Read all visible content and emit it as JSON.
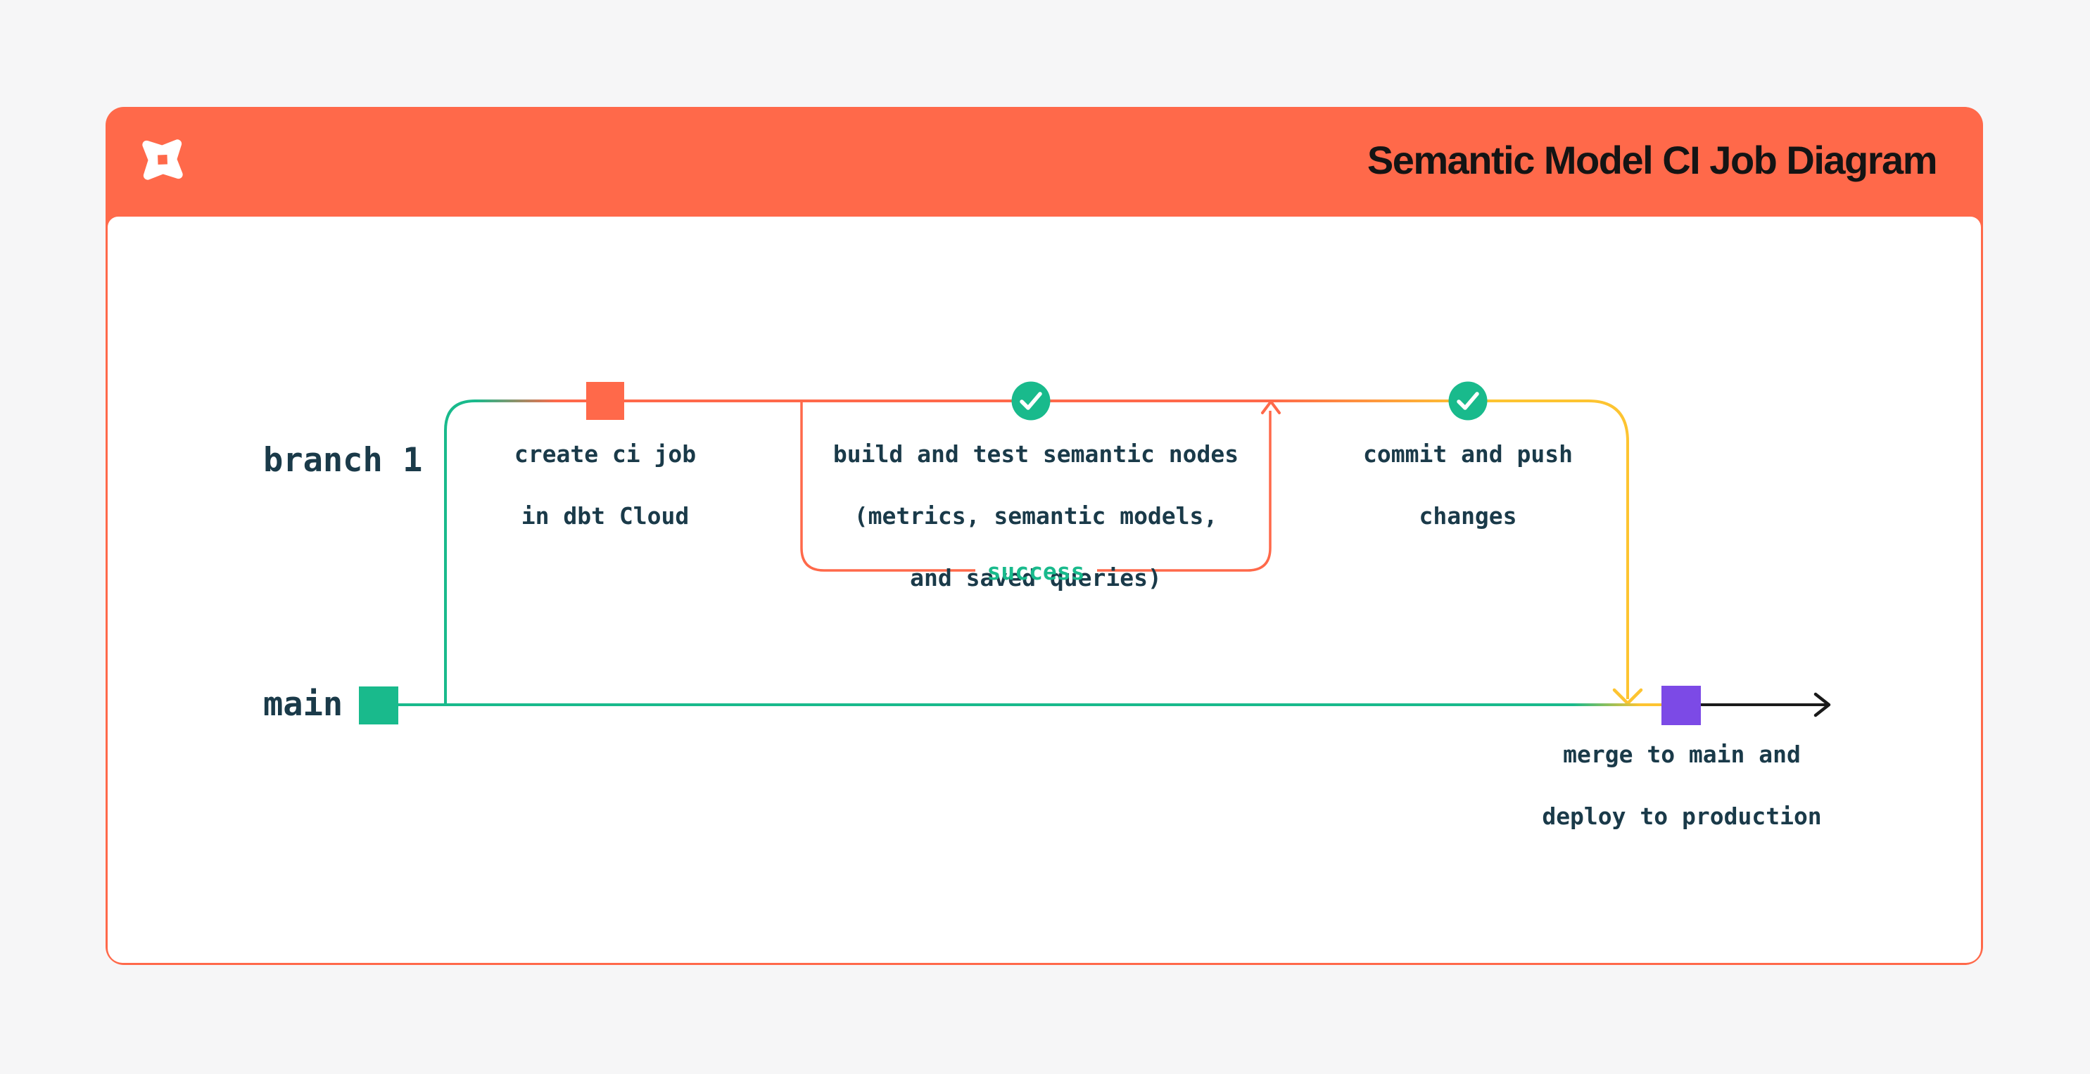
{
  "header": {
    "title": "Semantic Model CI Job Diagram",
    "logo_icon": "dbt-pinwheel-logo"
  },
  "branches": {
    "branch_label": "branch 1",
    "main_label": "main"
  },
  "nodes": {
    "create": {
      "line1": "create ci job",
      "line2": "in dbt Cloud"
    },
    "build": {
      "line1": "build and test semantic nodes",
      "line2": "(metrics, semantic models,",
      "line3": "and saved queries)"
    },
    "success_label": "success",
    "commit": {
      "line1": "commit and push",
      "line2": "changes"
    },
    "merge": {
      "line1": "merge to main and",
      "line2": "deploy to production"
    }
  },
  "icons": {
    "check_1": "check-circle-icon",
    "check_2": "check-circle-icon",
    "commit_branch": "commit-square-orange",
    "commit_main_start": "commit-square-green",
    "commit_merge": "commit-square-purple"
  },
  "colors": {
    "orange": "#FF694A",
    "green": "#19BA8C",
    "yellow": "#FDC431",
    "purple": "#7C4AE6",
    "ink": "#1A3A49",
    "title": "#141414",
    "page-bg": "#F6F6F7",
    "card-bg": "#FFFFFF",
    "arrow-black": "#1A1A1A"
  }
}
